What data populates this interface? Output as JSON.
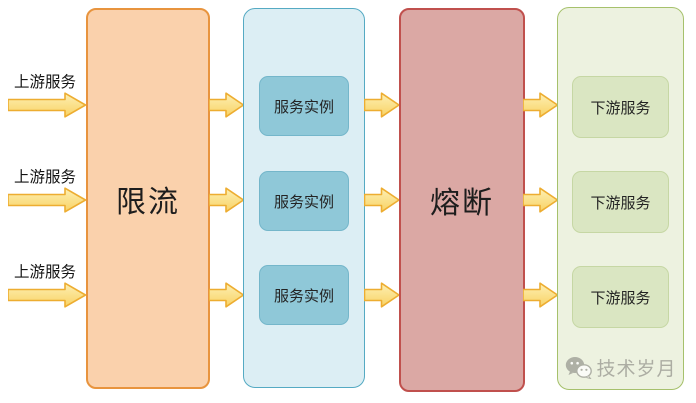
{
  "diagram": {
    "title": "service-protection-flow",
    "upstream": {
      "items": [
        {
          "label": "上游服务"
        },
        {
          "label": "上游服务"
        },
        {
          "label": "上游服务"
        }
      ]
    },
    "rate_limit": {
      "label": "限流"
    },
    "instances": {
      "items": [
        {
          "label": "服务实例"
        },
        {
          "label": "服务实例"
        },
        {
          "label": "服务实例"
        }
      ]
    },
    "circuit_breaker": {
      "label": "熔断"
    },
    "downstream": {
      "items": [
        {
          "label": "下游服务"
        },
        {
          "label": "下游服务"
        },
        {
          "label": "下游服务"
        }
      ]
    },
    "watermark": {
      "label": "技术岁月",
      "icon": "wechat-chat-bubbles"
    }
  },
  "colors": {
    "rate_limit_fill": "#FAD1AC",
    "rate_limit_border": "#E8943E",
    "instances_container_fill": "#DCEEF4",
    "instances_container_border": "#55AAC3",
    "instance_fill": "#8FC8D8",
    "circuit_fill": "#DBA8A4",
    "circuit_border": "#C0504D",
    "downstream_container_fill": "#EDF2E0",
    "downstream_container_border": "#A6C16C",
    "downstream_fill": "#DAE6C2",
    "arrow_fill_light": "#FDEFB0",
    "arrow_fill_dark": "#F9D468",
    "arrow_border": "#EDAD31",
    "watermark_text": "#97978F"
  }
}
